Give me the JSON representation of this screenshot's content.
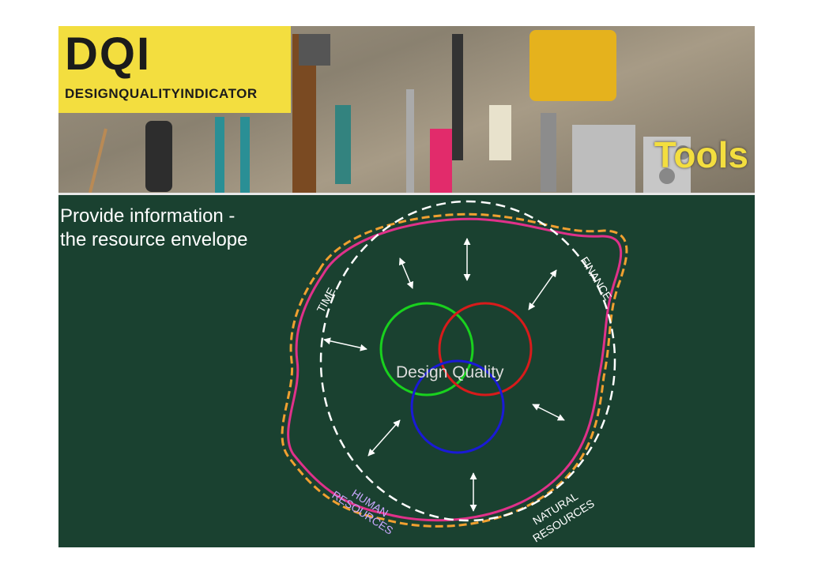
{
  "header": {
    "logo_big": "DQI",
    "logo_small": "DESIGNQUALITYINDICATOR",
    "section_title": "Tools"
  },
  "slide": {
    "subtitle": "Provide information -\nthe resource envelope"
  },
  "diagram": {
    "center_label": "Design Quality",
    "outer_labels": {
      "time": "TIME",
      "finance": "FINANCE",
      "human_1": "HUMAN",
      "human_2": "RESOURCES",
      "natural_1": "NATURAL",
      "natural_2": "RESOURCES"
    },
    "colors": {
      "background": "#1a4130",
      "circle_green": "#19d11e",
      "circle_red": "#d81b1b",
      "circle_blue": "#1a1ad6",
      "envelope_magenta": "#e0318a",
      "envelope_orange": "#f0a030",
      "dashed": "#ffffff",
      "logo_yellow": "#f3de3f"
    }
  },
  "icons": {
    "photo": "tools-photo",
    "arrows": "double-arrow-icon"
  }
}
